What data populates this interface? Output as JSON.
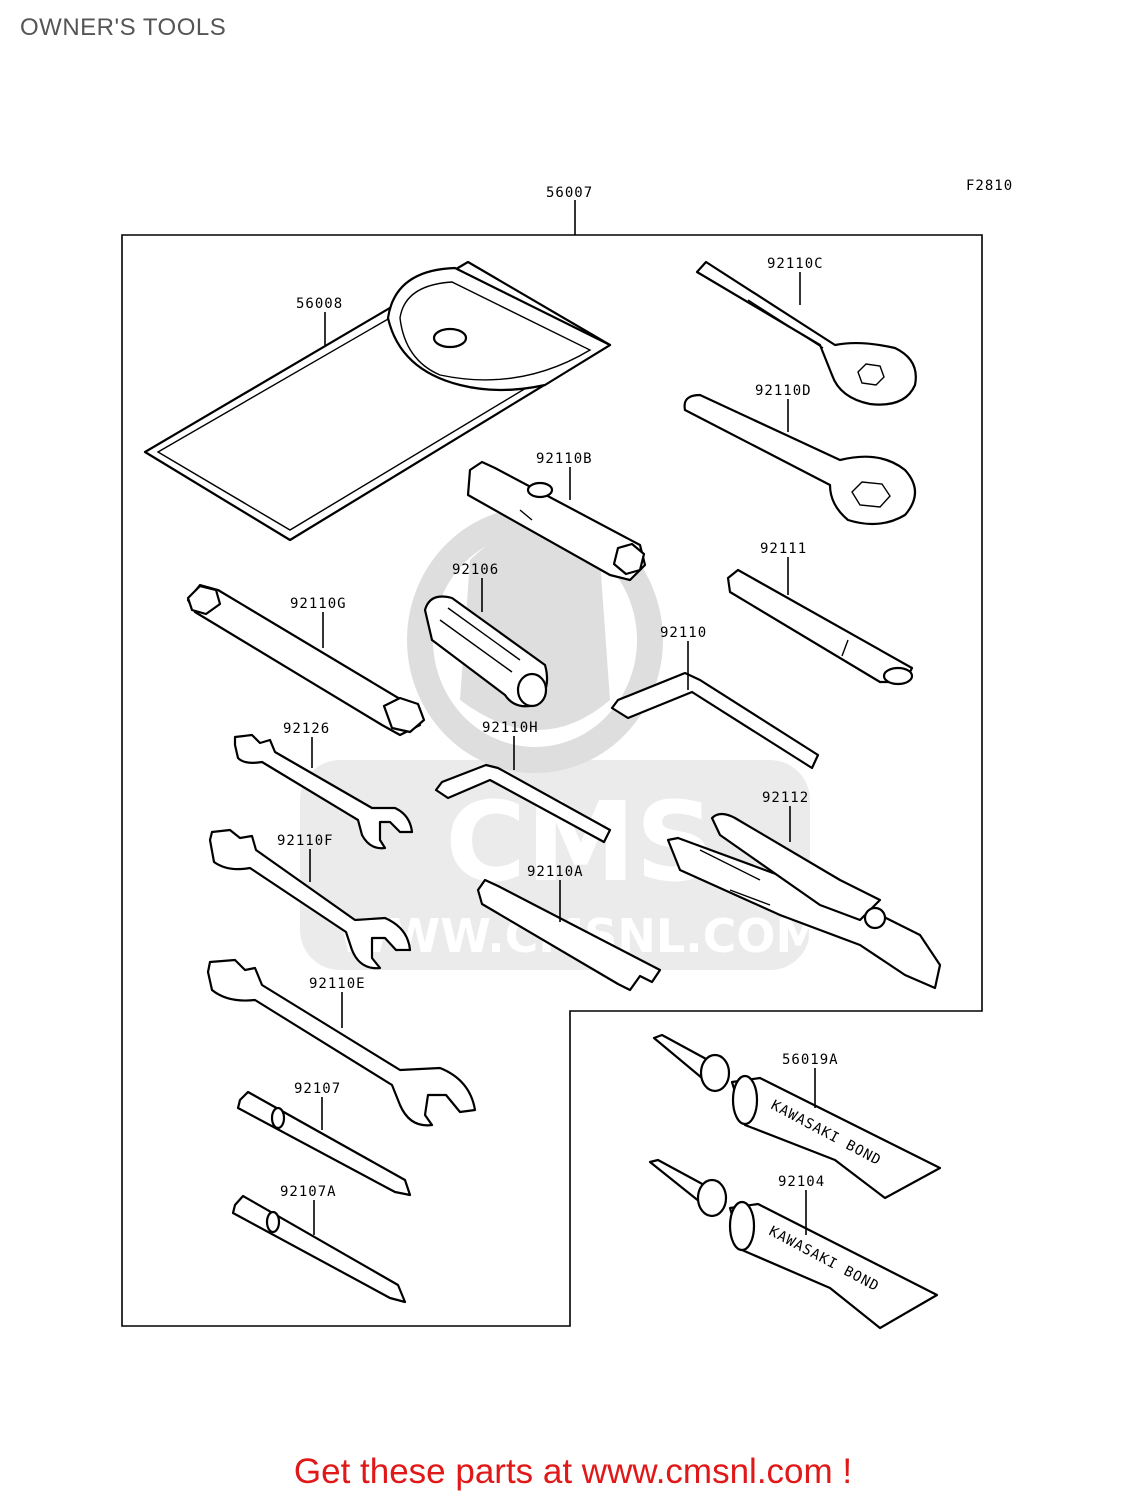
{
  "page": {
    "title": "OWNER'S TOOLS",
    "footer": "Get these parts at www.cmsnl.com !"
  },
  "diagram": {
    "figure_code": "F2810",
    "kit_label": "56007",
    "watermark": {
      "brand": "CMS",
      "url": "WWW.CMSNL.COM"
    },
    "tube_text": "KAWASAKI BOND",
    "parts": [
      {
        "id": "56008"
      },
      {
        "id": "92110C"
      },
      {
        "id": "92110D"
      },
      {
        "id": "92110B"
      },
      {
        "id": "92111"
      },
      {
        "id": "92106"
      },
      {
        "id": "92110G"
      },
      {
        "id": "92110"
      },
      {
        "id": "92126"
      },
      {
        "id": "92110H"
      },
      {
        "id": "92112"
      },
      {
        "id": "92110F"
      },
      {
        "id": "92110A"
      },
      {
        "id": "92110E"
      },
      {
        "id": "56019A"
      },
      {
        "id": "92107"
      },
      {
        "id": "92104"
      },
      {
        "id": "92107A"
      }
    ]
  }
}
